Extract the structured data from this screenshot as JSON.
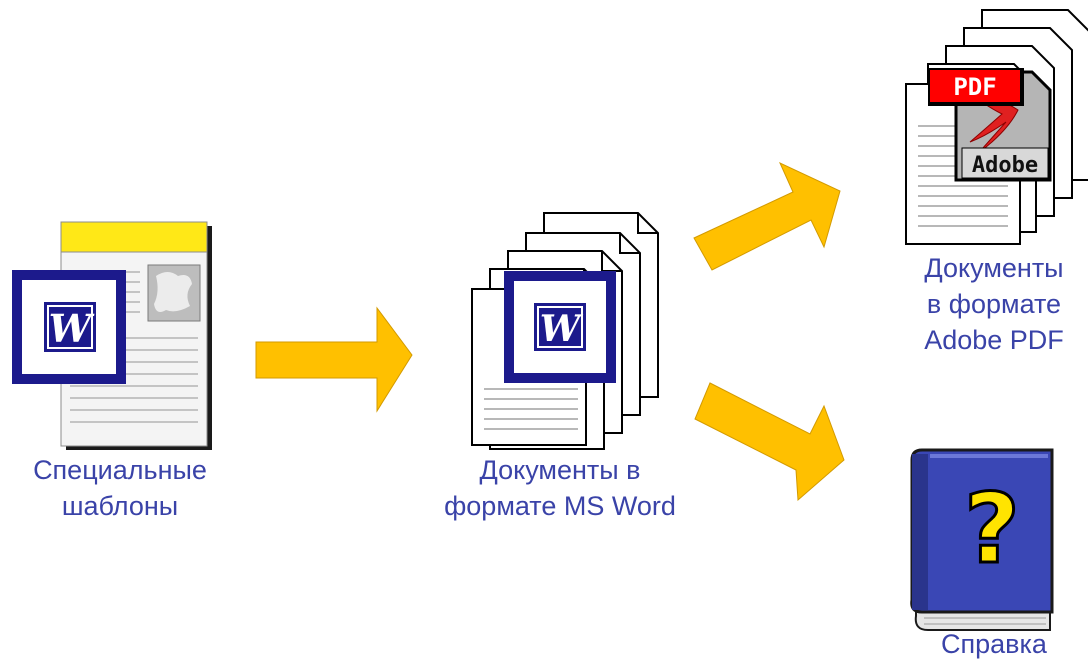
{
  "nodes": {
    "templates": {
      "lines": [
        "Специальные",
        "шаблоны"
      ]
    },
    "word_docs": {
      "lines": [
        "Документы в",
        "формате MS Word"
      ]
    },
    "pdf_docs": {
      "lines": [
        "Документы",
        "в формате",
        "Adobe PDF"
      ]
    },
    "help": {
      "lines": [
        "Справка"
      ]
    }
  },
  "icons": {
    "word_letter": "W",
    "pdf_banner": "PDF",
    "adobe_text": "Adobe",
    "help_mark": "?"
  },
  "colors": {
    "label": "#3a43a8",
    "arrow": "#ffc000",
    "word_blue": "#1c1a8c",
    "pdf_red": "#ff0000",
    "book_blue": "#3a47b5",
    "help_yellow": "#ffe400"
  }
}
